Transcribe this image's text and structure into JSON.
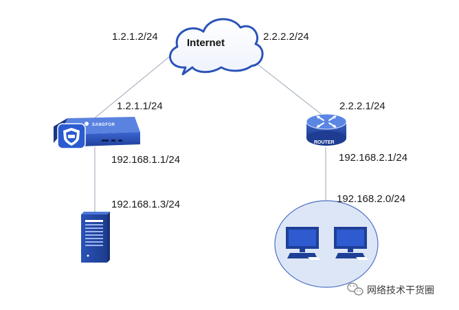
{
  "cloud": {
    "label": "Internet"
  },
  "firewall": {
    "brand": "SANGFOR"
  },
  "router": {
    "label": "ROUTER"
  },
  "ip_labels": {
    "cloud_left": "1.2.1.2/24",
    "cloud_right": "2.2.2.2/24",
    "firewall_wan": "1.2.1.1/24",
    "firewall_lan": "192.168.1.1/24",
    "server": "192.168.1.3/24",
    "router_wan": "2.2.2.1/24",
    "router_lan": "192.168.2.1/24",
    "lan_network": "192.168.2.0/24"
  },
  "watermark": {
    "text": "网络技术干货圈"
  },
  "colors": {
    "device_blue": "#2a52b8",
    "link_gray": "#9aa6b8",
    "lan_fill": "#dde6f6",
    "lan_stroke": "#4a6fc3"
  }
}
